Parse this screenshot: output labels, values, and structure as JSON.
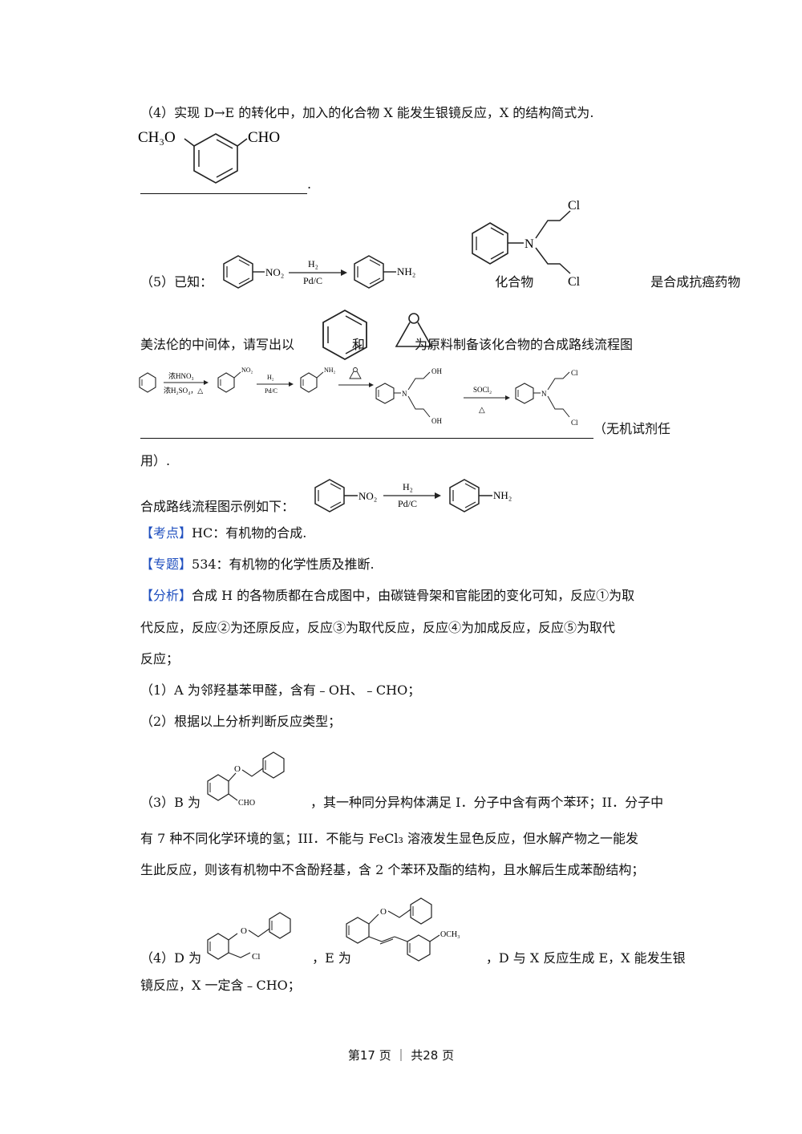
{
  "q4": {
    "text": "（4）实现 D→E 的转化中，加入的化合物 X 能发生银镜反应，X 的结构简式为",
    "end_dot": ".",
    "mol_left": "CH₃O",
    "mol_right": "CHO",
    "blank_end": "."
  },
  "q5": {
    "prefix": "（5）已知：",
    "nitro": "NO₂",
    "reagent_top": "H₂",
    "reagent_bottom": "Pd/C",
    "amine": "NH₂",
    "mid": "化合物",
    "cl_top": "Cl",
    "n_label": "N",
    "cl_bottom": "Cl",
    "suffix": "是合成抗癌药物",
    "line2_a": "美法伦的中间体，请写出以",
    "line2_b": "和",
    "line2_c": "为原料制备该化合物的合成路线流程图",
    "route": {
      "r1_top": "浓HNO₃",
      "r1_bottom": "浓H₂SO₄，△",
      "nitro": "NO₂",
      "r2_top": "H₂",
      "r2_bottom": "Pd/C",
      "amine": "NH₂",
      "oh_top": "OH",
      "n_label": "N",
      "oh_bottom": "OH",
      "r4_top": "SOCl₂",
      "r4_bottom": "△",
      "cl_top": "Cl",
      "cl_bottom": "Cl"
    },
    "route_end": "（无机试剂任",
    "line4": "用）.",
    "example_label": "合成路线流程图示例如下：",
    "ex_nitro": "NO₂",
    "ex_top": "H₂",
    "ex_bottom": "Pd/C",
    "ex_amine": "NH₂"
  },
  "kaodian": {
    "tag": "【考点】",
    "text": "HC：有机物的合成."
  },
  "zhuanti": {
    "tag": "【专题】",
    "text": "534：有机物的化学性质及推断."
  },
  "fenxi": {
    "tag": "【分析】",
    "text1": "合成 H 的各物质都在合成图中，由碳链骨架和官能团的变化可知，反应①为取",
    "text2": "代反应，反应②为还原反应，反应③为取代反应，反应④为加成反应，反应⑤为取代",
    "text3": "反应；"
  },
  "a1": "（1）A 为邻羟基苯甲醛，含有﹣OH、﹣CHO；",
  "a2": "（2）根据以上分析判断反应类型；",
  "a3": {
    "prefix": "（3）B 为",
    "mol_o": "O",
    "mol_cho": "CHO",
    "suffix": "，其一种同分异构体满足 I．分子中含有两个苯环；II．分子中",
    "line2": "有 7 种不同化学环境的氢；III．不能与 FeCl₃ 溶液发生显色反应，但水解产物之一能发",
    "line3": "生此反应，则该有机物中不含酚羟基，含 2 个苯环及酯的结构，且水解后生成苯酚结构；"
  },
  "a4": {
    "prefix": "（4）D 为",
    "d_o": "O",
    "d_cl": "Cl",
    "mid": "，E 为",
    "e_o": "O",
    "e_och3": "OCH₃",
    "suffix": "，D 与 X 反应生成 E，X 能发生银",
    "line2": "镜反应，X 一定含﹣CHO；"
  },
  "footer": "第17 页 ｜ 共28 页"
}
